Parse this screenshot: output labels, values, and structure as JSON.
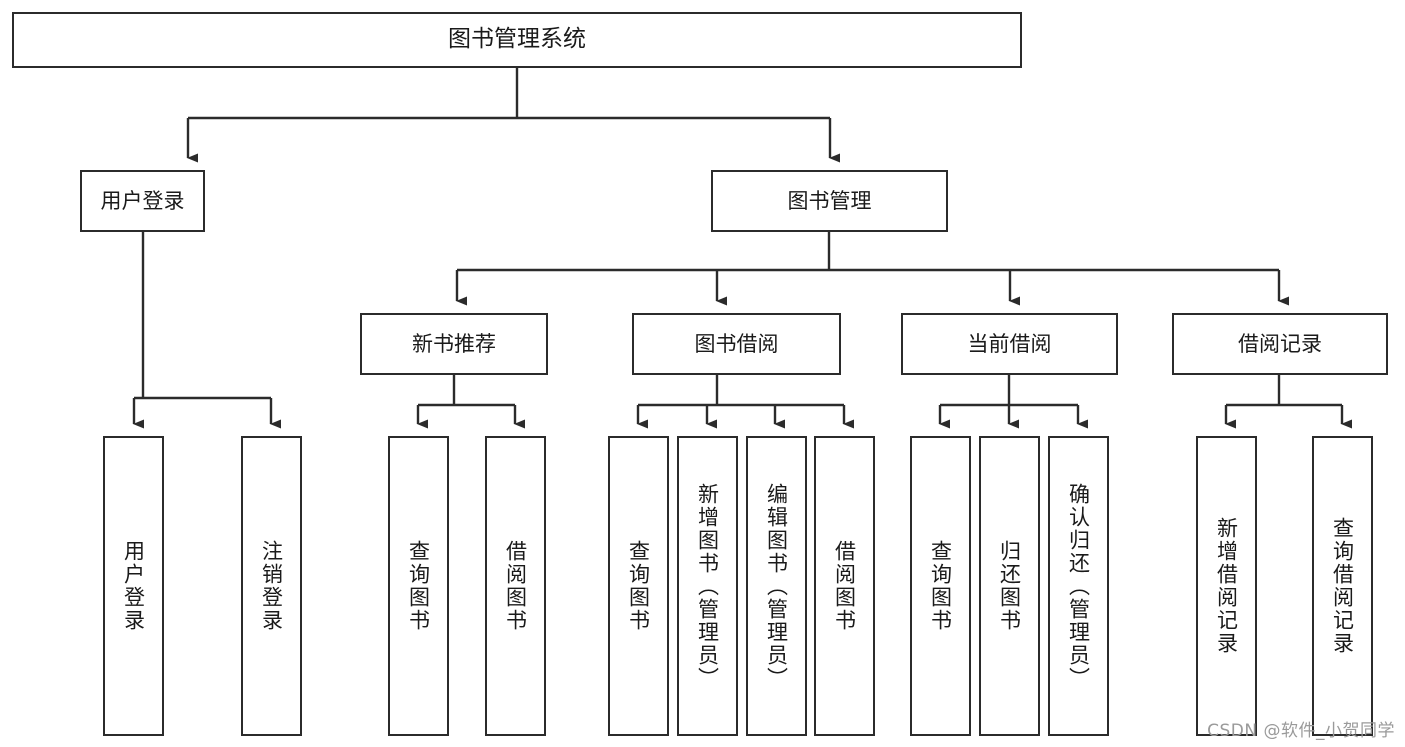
{
  "diagram": {
    "title": "图书管理系统",
    "type": "functional-decomposition-tree",
    "root": {
      "label": "图书管理系统"
    },
    "level2": [
      {
        "label": "用户登录"
      },
      {
        "label": "图书管理"
      }
    ],
    "level3": [
      {
        "label": "新书推荐"
      },
      {
        "label": "图书借阅"
      },
      {
        "label": "当前借阅"
      },
      {
        "label": "借阅记录"
      }
    ],
    "leaves": [
      {
        "label": "用户登录",
        "parent": "用户登录"
      },
      {
        "label": "注销登录",
        "parent": "用户登录"
      },
      {
        "label": "查询图书",
        "parent": "新书推荐"
      },
      {
        "label": "借阅图书",
        "parent": "新书推荐"
      },
      {
        "label": "查询图书",
        "parent": "图书借阅"
      },
      {
        "label": "新增图书（管理员）",
        "parent": "图书借阅"
      },
      {
        "label": "编辑图书（管理员）",
        "parent": "图书借阅"
      },
      {
        "label": "借阅图书",
        "parent": "图书借阅"
      },
      {
        "label": "查询图书",
        "parent": "当前借阅"
      },
      {
        "label": "归还图书",
        "parent": "当前借阅"
      },
      {
        "label": "确认归还（管理员）",
        "parent": "当前借阅"
      },
      {
        "label": "新增借阅记录",
        "parent": "借阅记录"
      },
      {
        "label": "查询借阅记录",
        "parent": "借阅记录"
      }
    ]
  },
  "watermark": {
    "text": "CSDN @软件_小贺同学"
  },
  "colors": {
    "stroke": "#2b2b2b",
    "text": "#1a1a1a",
    "background": "#ffffff",
    "watermark": "#9a9a9a"
  }
}
